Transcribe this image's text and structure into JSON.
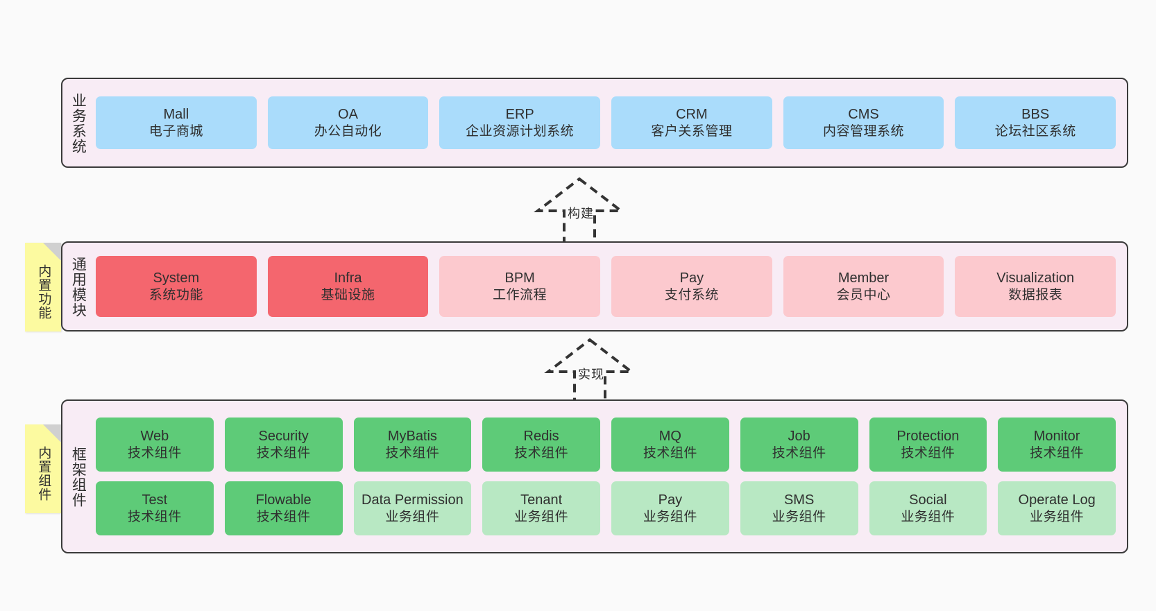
{
  "canvas": {
    "background": "#fafafa",
    "panel_background": "#f8ecf5",
    "panel_border": "#3a3a3a",
    "note_background": "#fcfaa0"
  },
  "layers": [
    {
      "id": "business",
      "title": "业务系统",
      "card_color": "#aadcfb",
      "cards": [
        {
          "en": "Mall",
          "cn": "电子商城"
        },
        {
          "en": "OA",
          "cn": "办公自动化"
        },
        {
          "en": "ERP",
          "cn": "企业资源计划系统"
        },
        {
          "en": "CRM",
          "cn": "客户关系管理"
        },
        {
          "en": "CMS",
          "cn": "内容管理系统"
        },
        {
          "en": "BBS",
          "cn": "论坛社区系统"
        }
      ]
    },
    {
      "id": "common",
      "title": "通用模块",
      "note": "内置功能",
      "card_color_primary": "#f4666e",
      "card_color_secondary": "#fcc9ce",
      "cards": [
        {
          "en": "System",
          "cn": "系统功能",
          "style": "red"
        },
        {
          "en": "Infra",
          "cn": "基础设施",
          "style": "red"
        },
        {
          "en": "BPM",
          "cn": "工作流程",
          "style": "pink"
        },
        {
          "en": "Pay",
          "cn": "支付系统",
          "style": "pink"
        },
        {
          "en": "Member",
          "cn": "会员中心",
          "style": "pink"
        },
        {
          "en": "Visualization",
          "cn": "数据报表",
          "style": "pink"
        }
      ]
    },
    {
      "id": "framework",
      "title": "框架组件",
      "note": "内置组件",
      "card_color_primary": "#5ecb78",
      "card_color_secondary": "#b8e8c3",
      "row1": [
        {
          "en": "Web",
          "cn": "技术组件",
          "style": "green"
        },
        {
          "en": "Security",
          "cn": "技术组件",
          "style": "green"
        },
        {
          "en": "MyBatis",
          "cn": "技术组件",
          "style": "green"
        },
        {
          "en": "Redis",
          "cn": "技术组件",
          "style": "green"
        },
        {
          "en": "MQ",
          "cn": "技术组件",
          "style": "green"
        },
        {
          "en": "Job",
          "cn": "技术组件",
          "style": "green"
        },
        {
          "en": "Protection",
          "cn": "技术组件",
          "style": "green"
        },
        {
          "en": "Monitor",
          "cn": "技术组件",
          "style": "green"
        }
      ],
      "row2": [
        {
          "en": "Test",
          "cn": "技术组件",
          "style": "green"
        },
        {
          "en": "Flowable",
          "cn": "技术组件",
          "style": "green"
        },
        {
          "en": "Data Permission",
          "cn": "业务组件",
          "style": "lightgreen"
        },
        {
          "en": "Tenant",
          "cn": "业务组件",
          "style": "lightgreen"
        },
        {
          "en": "Pay",
          "cn": "业务组件",
          "style": "lightgreen"
        },
        {
          "en": "SMS",
          "cn": "业务组件",
          "style": "lightgreen"
        },
        {
          "en": "Social",
          "cn": "业务组件",
          "style": "lightgreen"
        },
        {
          "en": "Operate Log",
          "cn": "业务组件",
          "style": "lightgreen"
        }
      ]
    }
  ],
  "connectors": [
    {
      "id": "build",
      "label": "构建",
      "style": "dashed-hollow-arrow-up"
    },
    {
      "id": "implement",
      "label": "实现",
      "style": "dashed-hollow-arrow-up"
    }
  ]
}
